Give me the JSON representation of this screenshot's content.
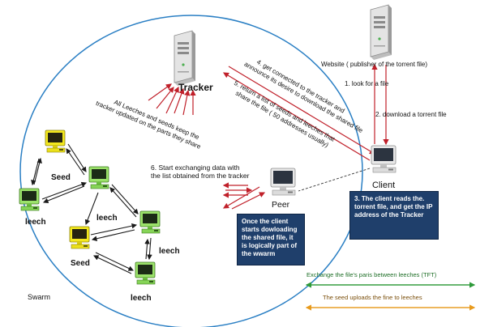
{
  "colors": {
    "tracker_arrows": "#c0202a",
    "peer_arrows": "#c0202a",
    "leech_arrows": "#1a1a1a",
    "tft_line": "#2e9a3a",
    "seed_line": "#e89a1c",
    "swarm_circle": "#2a7fc4",
    "infobox_bg": "#1f3f6b",
    "leech_pc": "#9be26a",
    "seed_pc": "#f3e81e",
    "server": "#d9d9d9"
  },
  "icons": {
    "server": "server-tower-icon",
    "computer": "desktop-computer-icon"
  },
  "labels": {
    "tracker": "Tracker",
    "website": "Website ( publisher of the torrent file)",
    "client": "Client",
    "peer": "Peer",
    "swarm": "Swarm",
    "seed": "Seed",
    "leech": "leech"
  },
  "steps": {
    "step1": "1. look for a file",
    "step2": "2. download a torrent file",
    "step4_line1": "4. get connected to the tracker and",
    "step4_line2": "announce its desire to download the shared file",
    "step5_line1": "5. return a list of seeds and leeches that",
    "step5_line2": "share the file ( 50 addresses usually)",
    "step6_line1": "6. Start exchanging data with",
    "step6_line2": "the list obtained from the tracker"
  },
  "tracker_note": {
    "line1": "All Leeches and seeds keep the",
    "line2": "tracker updated on the parts they share"
  },
  "info_boxes": {
    "client_box": "3. The client reads the. torrent file, and get the IP address of the Tracker",
    "peer_box": "Once the client starts dowloading the shared file, it is logically part of the wwarm"
  },
  "legend": {
    "tft": "Exchange the file's paris between leeches (TFT)",
    "seed": "The seed uploads the fine to leeches"
  }
}
